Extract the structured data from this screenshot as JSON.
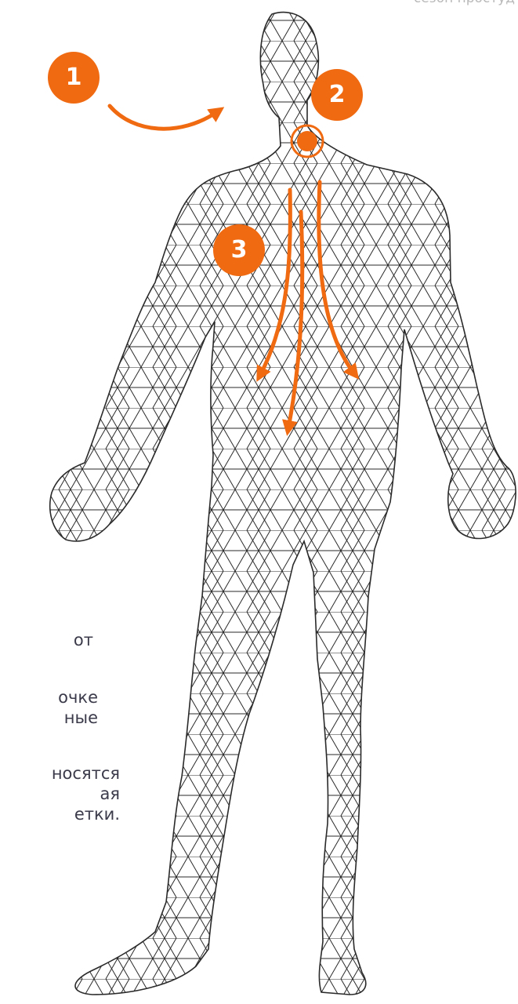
{
  "header": {
    "text": "сезон простуд"
  },
  "steps": [
    {
      "number": "1"
    },
    {
      "number": "2"
    },
    {
      "number": "3"
    }
  ],
  "body_text": {
    "lines_1": "от",
    "lines_2": "очке\nные",
    "lines_3": "носятся\nая\nетки."
  },
  "colors": {
    "accent": "#f06a12",
    "mesh": "#2a2a2a",
    "text": "#3a3a4a"
  }
}
